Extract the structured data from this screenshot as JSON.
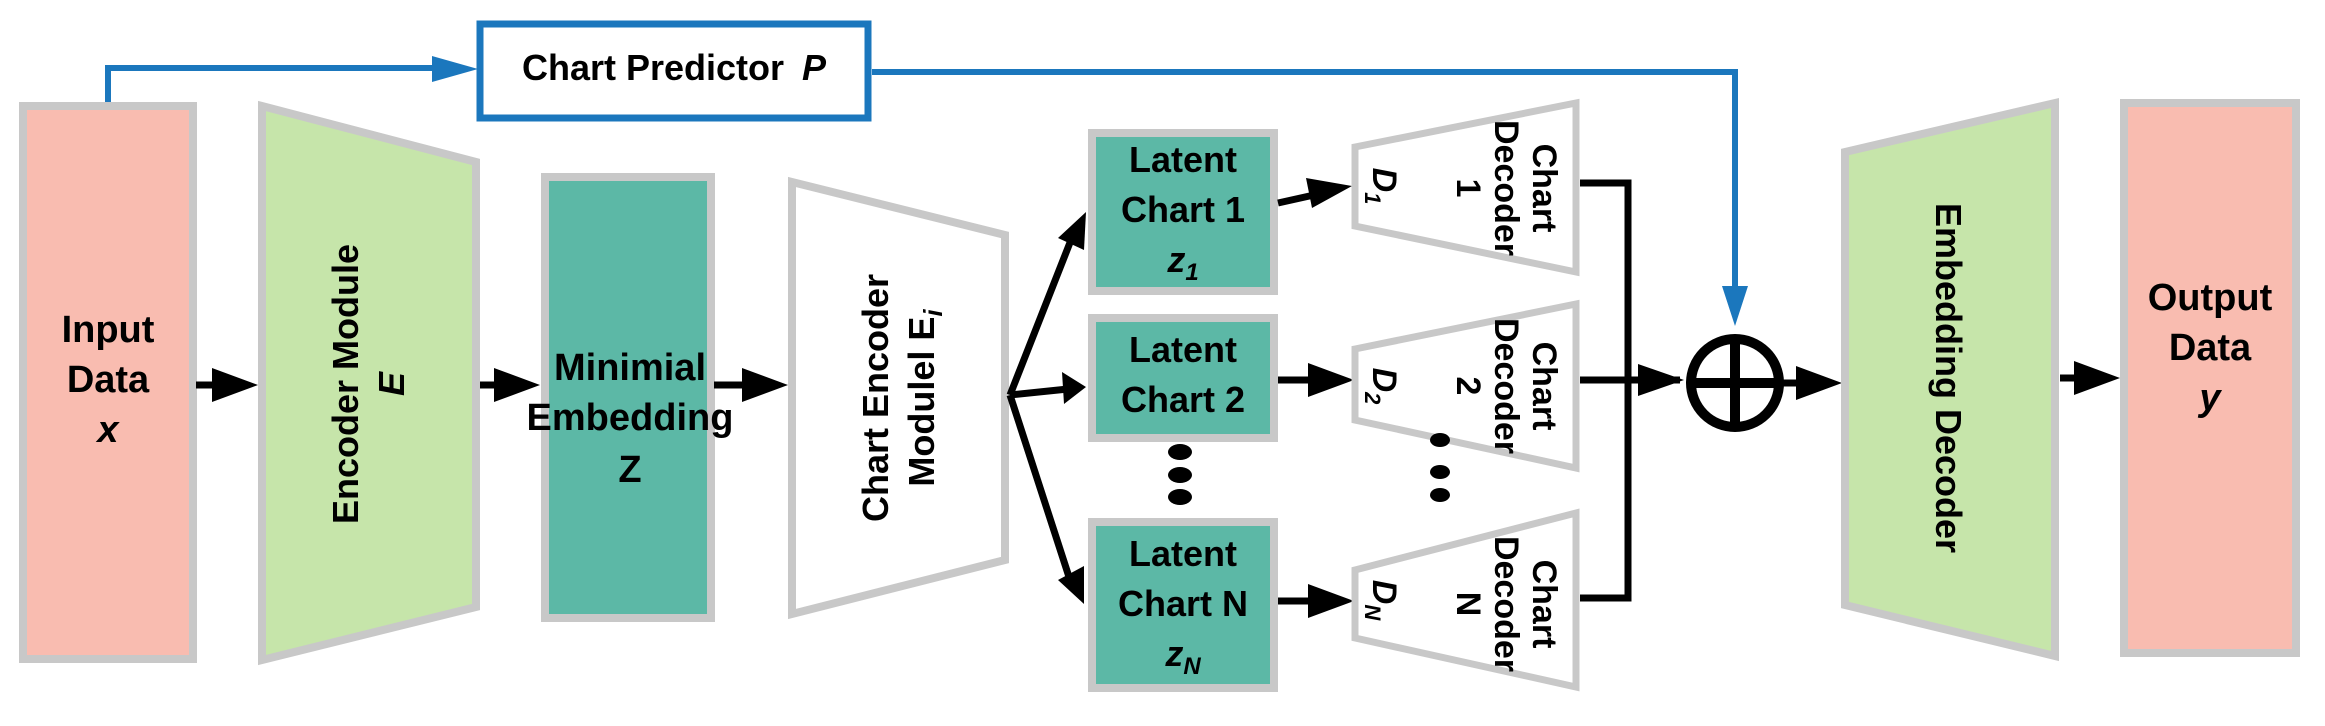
{
  "colors": {
    "input_fill": "#f9bcb0",
    "encoder_fill": "#c6e5aa",
    "latent_fill": "#5cb8a6",
    "box_stroke": "#c8c8c8",
    "predictor_stroke": "#1b77bd",
    "arrow": "#000000"
  },
  "input": {
    "l1": "Input",
    "l2": "Data",
    "l3": "x"
  },
  "encoder": {
    "l1": "Encoder Module",
    "l2": "E"
  },
  "embedding": {
    "l1": "Minimial",
    "l2": "Embedding",
    "l3": "Z"
  },
  "chart_encoder": {
    "l1": "Chart Encoder",
    "l2": "Modulel E",
    "l2_sub": "i"
  },
  "predictor": {
    "label": "Chart Predictor",
    "symbol": "P"
  },
  "latents": [
    {
      "l1": "Latent",
      "l2": "Chart 1",
      "sym": "z",
      "sub": "1"
    },
    {
      "l1": "Latent",
      "l2": "Chart 2",
      "sym": "",
      "sub": ""
    },
    {
      "l1": "Latent",
      "l2": "Chart N",
      "sym": "z",
      "sub": "N"
    }
  ],
  "decoders": [
    {
      "l1": "Chart",
      "l2": "Decoder",
      "l3": "1",
      "sym": "D",
      "sub": "1"
    },
    {
      "l1": "Chart",
      "l2": "Decoder",
      "l3": "2",
      "sym": "D",
      "sub": "2"
    },
    {
      "l1": "Chart",
      "l2": "Decoder",
      "l3": "N",
      "sym": "D",
      "sub": "N"
    }
  ],
  "combine_icon": "circled-plus-icon",
  "embedding_decoder": {
    "label": "Embedding Decoder"
  },
  "output": {
    "l1": "Output",
    "l2": "Data",
    "l3": "y"
  }
}
